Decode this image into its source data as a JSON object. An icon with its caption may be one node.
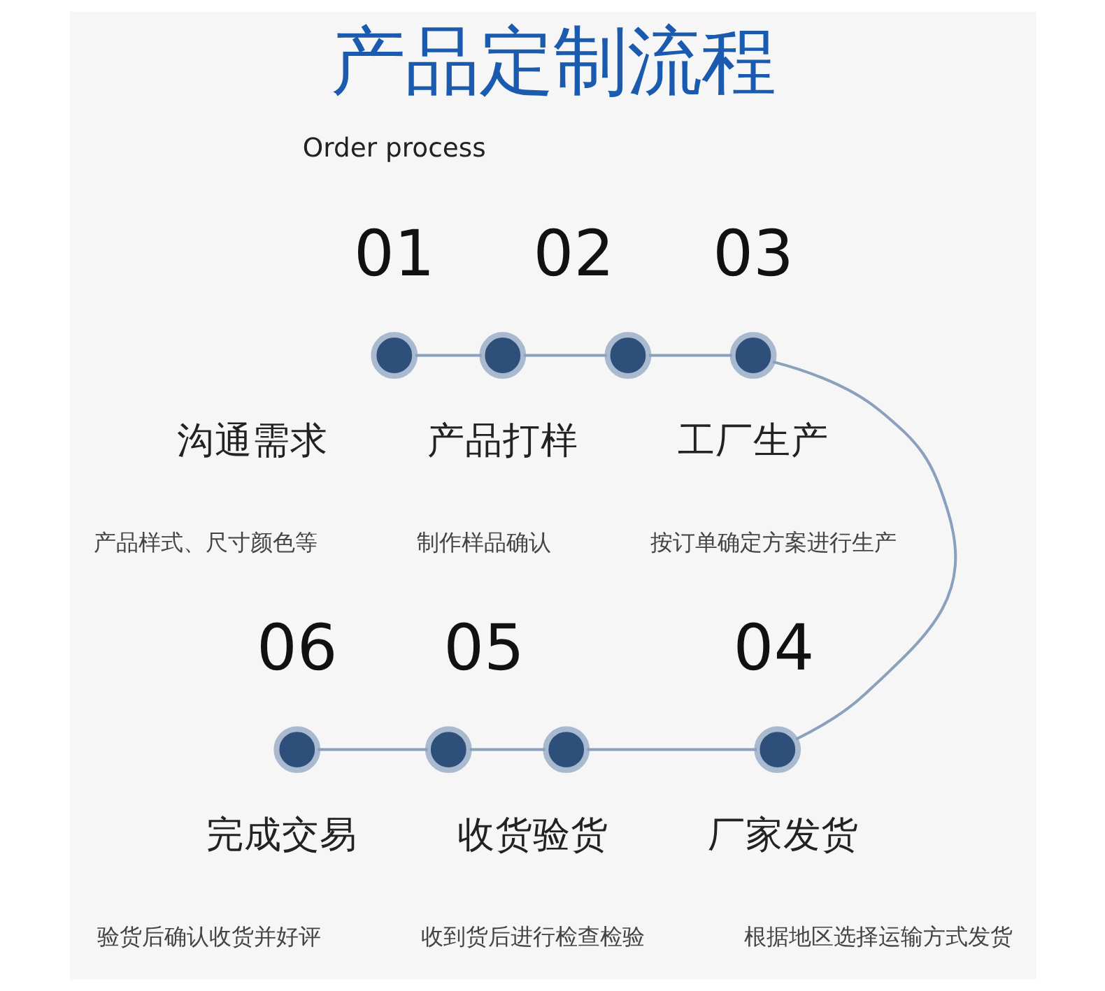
{
  "diagram": {
    "title": "产品定制流程",
    "nodes": [
      {
        "text": [],
        "shape": "circle"
      },
      {
        "text": [],
        "shape": "circle"
      },
      {
        "text": [],
        "shape": "circle"
      },
      {
        "text": [],
        "shape": "circle"
      },
      {
        "text": [],
        "shape": "circle"
      },
      {
        "text": [],
        "shape": "circle"
      },
      {
        "text": [],
        "shape": "circle"
      },
      {
        "text": [],
        "shape": "circle"
      }
    ],
    "edges": [
      {
        "from": 0,
        "to": 1,
        "arrow": "none"
      },
      {
        "from": 1,
        "to": 2,
        "arrow": "none"
      },
      {
        "from": 2,
        "to": 3,
        "arrow": "none"
      },
      {
        "from": 3,
        "to": 7,
        "arrow": "none"
      },
      {
        "from": 4,
        "to": 5,
        "arrow": "none"
      },
      {
        "from": 5,
        "to": 6,
        "arrow": "none"
      },
      {
        "from": 6,
        "to": 7,
        "arrow": "none"
      }
    ],
    "labels": [
      "Order process",
      "01",
      "沟通需求",
      "产品样式、尺寸颜色等",
      "02",
      "产品打样",
      "制作样品确认",
      "03",
      "工厂生产",
      "按订单确定方案进行生产",
      "06",
      "完成交易",
      "验货后确认收货并好评",
      "05",
      "收货验货",
      "收到货后进行检查检验",
      "04",
      "厂家发货",
      "根据地区选择运输方式发货"
    ]
  }
}
